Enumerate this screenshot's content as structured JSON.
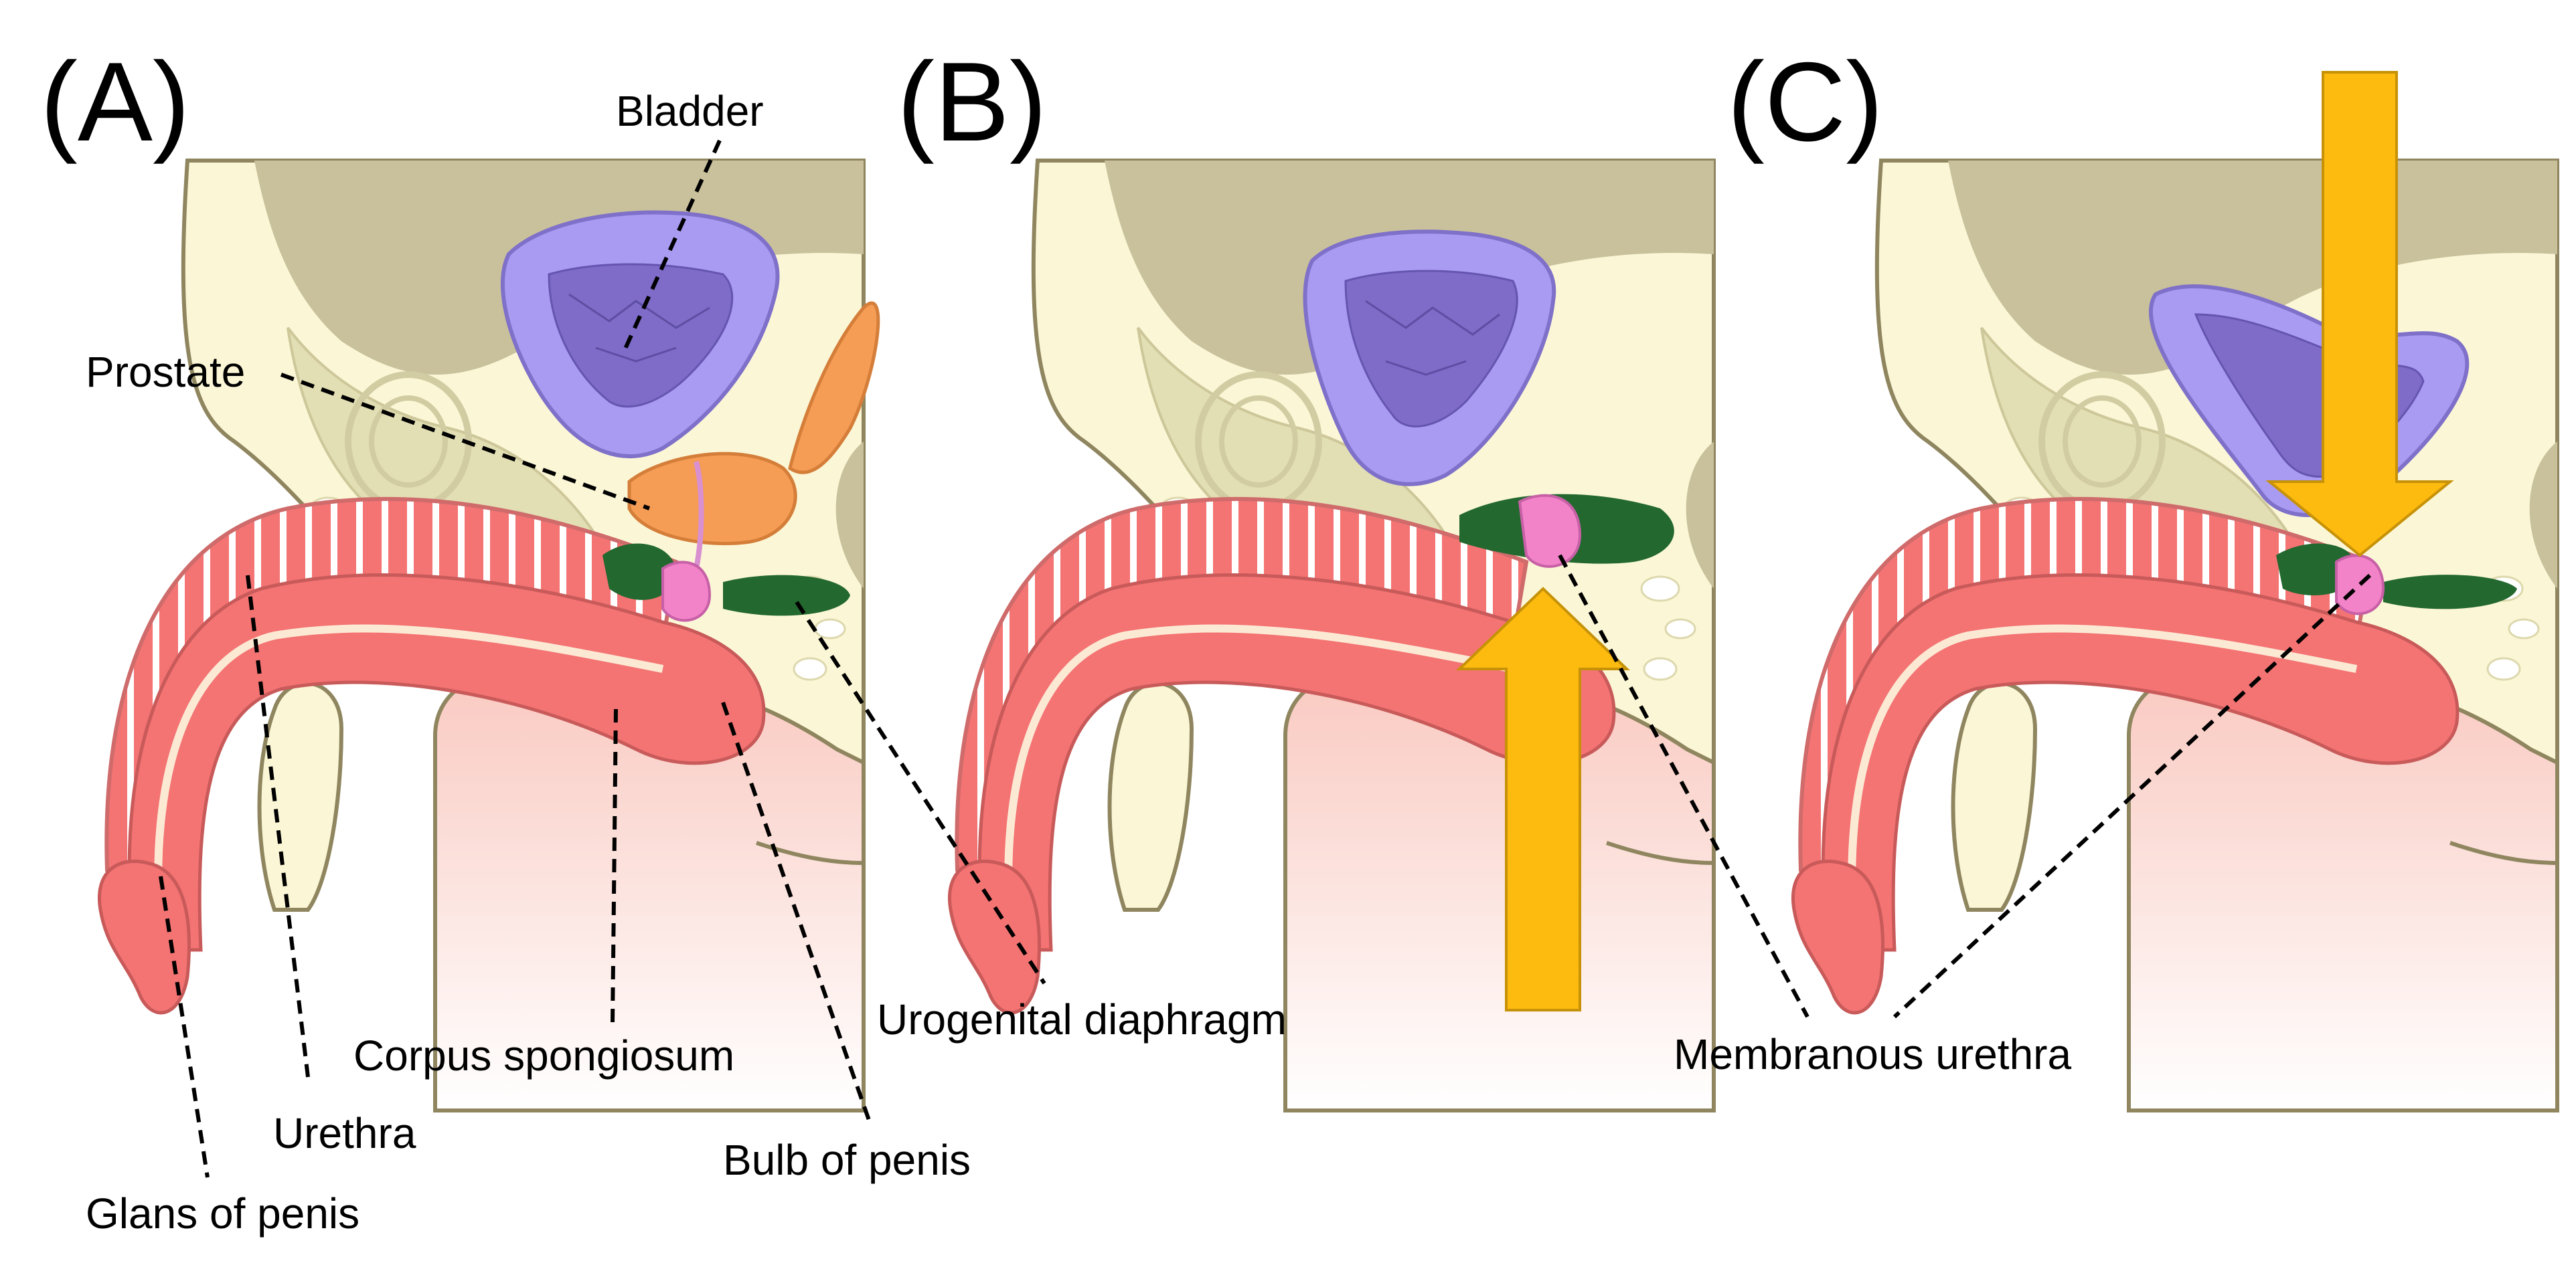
{
  "panels": [
    {
      "letter": "(A)"
    },
    {
      "letter": "(B)"
    },
    {
      "letter": "(C)"
    }
  ],
  "labels": {
    "bladder": "Bladder",
    "prostate": "Prostate",
    "urogenital_diaphragm": "Urogenital diaphragm",
    "corpus_spongiosum": "Corpus spongiosum",
    "urethra": "Urethra",
    "bulb_of_penis": "Bulb of penis",
    "glans_of_penis": "Glans of penis",
    "membranous_urethra": "Membranous urethra"
  },
  "colors": {
    "body": "#fbf7d6",
    "bone": "#e3dfb4",
    "background_tissue": "#c9c19c",
    "bladder": "#a99bf2",
    "bladder_inner": "#7e6cc8",
    "prostate": "#f59c55",
    "diaphragm": "#23682f",
    "erectile": "#f47373",
    "membranous": "#f283c8",
    "arrow": "#fdbb0f"
  }
}
